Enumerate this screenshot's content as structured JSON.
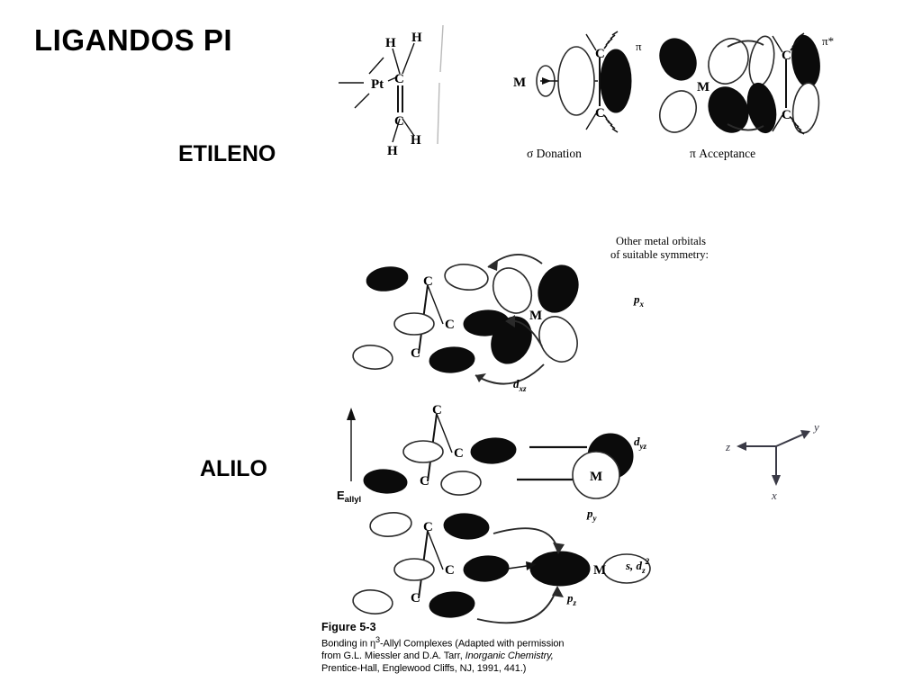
{
  "slide": {
    "title": "LIGANDOS PI",
    "section_labels": {
      "ethylene": "ETILENO",
      "allyl": "ALILO"
    }
  },
  "ethylene_figure": {
    "structure": {
      "metal": "Pt",
      "carbons": [
        "C",
        "C"
      ],
      "hydrogens": [
        "H",
        "H",
        "H",
        "H"
      ]
    },
    "panels": [
      {
        "caption": "σ  Donation",
        "orbital_label": "π",
        "metal": "M",
        "carbons": [
          "C",
          "C"
        ]
      },
      {
        "caption": "π  Acceptance",
        "orbital_label": "π*",
        "metal": "M",
        "carbons": [
          "C",
          "C"
        ]
      }
    ]
  },
  "allyl_figure": {
    "note_line1": "Other metal orbitals",
    "note_line2": "of suitable symmetry:",
    "energy_axis": {
      "label": "E",
      "subscript": "allyl"
    },
    "rows": [
      {
        "metal": "M",
        "carbons": [
          "C",
          "C",
          "C"
        ],
        "metal_orbital_label": "d",
        "metal_orbital_sub": "xz",
        "other_orbital_label": "p",
        "other_orbital_sub": "x"
      },
      {
        "metal": "M",
        "carbons": [
          "C",
          "C",
          "C"
        ],
        "metal_orbital_label": "d",
        "metal_orbital_sub": "yz",
        "other_orbital_label": "p",
        "other_orbital_sub": "y"
      },
      {
        "metal": "M",
        "carbons": [
          "C",
          "C",
          "C"
        ],
        "metal_orbital_label": "s, d",
        "metal_orbital_sub": "z",
        "metal_orbital_sup": "2",
        "other_orbital_label": "p",
        "other_orbital_sub": "z"
      }
    ],
    "axes": {
      "x": "x",
      "y": "y",
      "z": "z"
    }
  },
  "caption": {
    "figure_number": "Figure 5-3",
    "line1_pre": "Bonding in ",
    "line1_eta": "η",
    "line1_sup": "3",
    "line1_post": "-Allyl Complexes (Adapted with permission",
    "line2_pre": "from G.L. Miessler and D.A. Tarr, ",
    "line2_ital": "Inorganic Chemistry,",
    "line3": "Prentice-Hall, Englewood Cliffs, NJ, 1991, 441.)"
  }
}
